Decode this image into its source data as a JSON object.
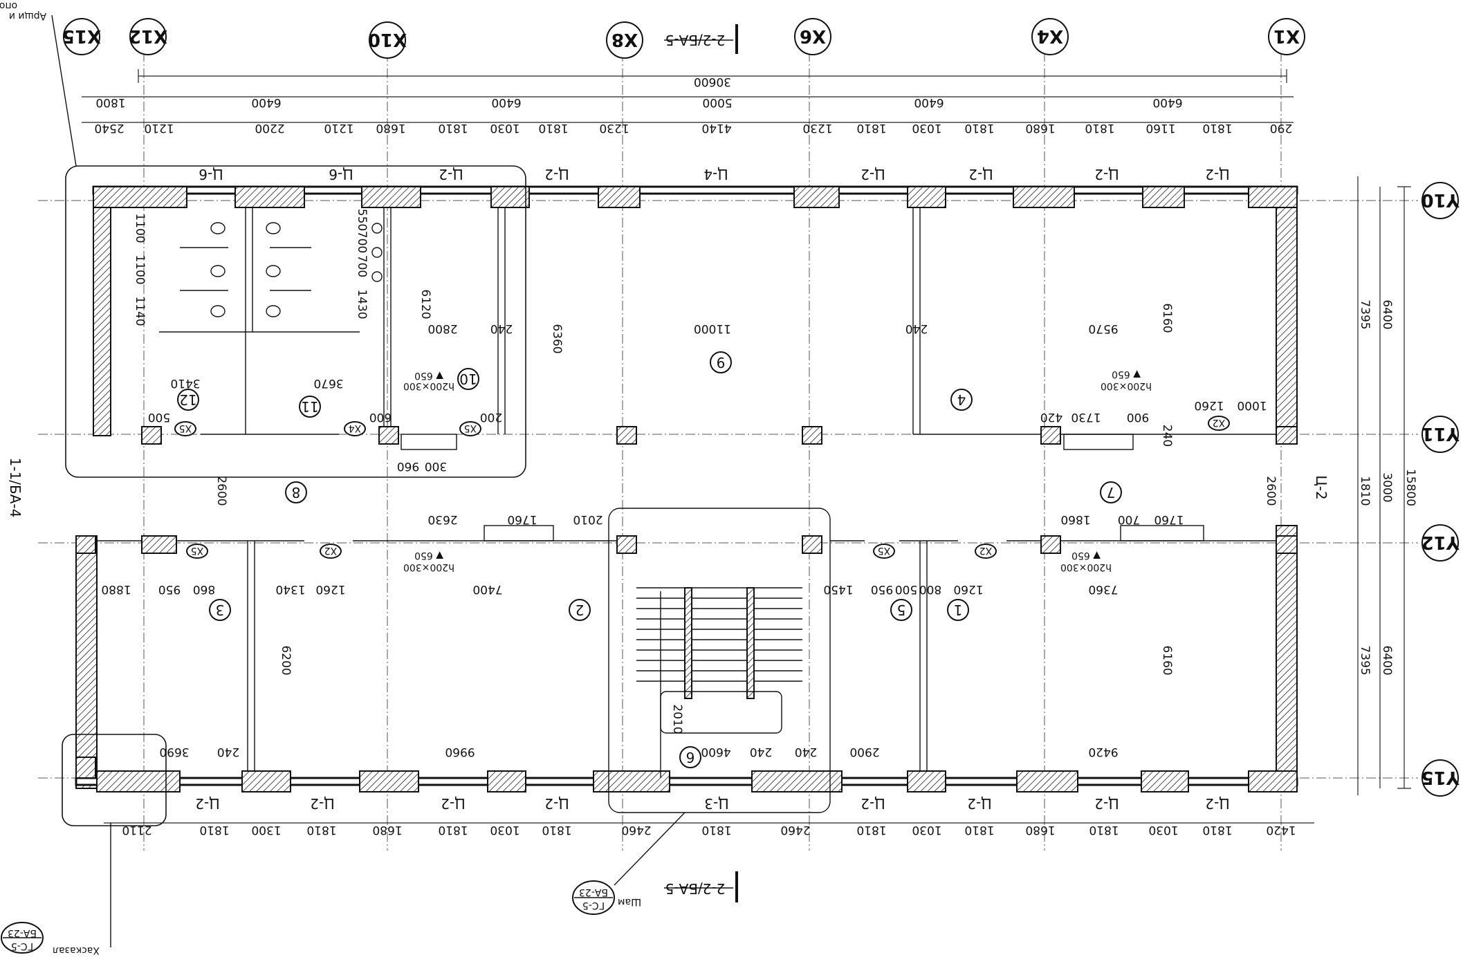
{
  "axes": {
    "columns": [
      {
        "id": "c15",
        "label": "Х15"
      },
      {
        "id": "c12",
        "label": "Х12"
      },
      {
        "id": "c10",
        "label": "Х10"
      },
      {
        "id": "c8",
        "label": "Х8"
      },
      {
        "id": "c6",
        "label": "Х6"
      },
      {
        "id": "c4",
        "label": "Х4"
      },
      {
        "id": "c1",
        "label": "Х1"
      }
    ],
    "rows": [
      {
        "id": "r10",
        "label": "Y10"
      },
      {
        "id": "r11",
        "label": "Y11"
      },
      {
        "id": "r12",
        "label": "Y12"
      },
      {
        "id": "r15",
        "label": "Y15"
      }
    ]
  },
  "dimensions": {
    "overall_width": "30600",
    "overall_height": "15800",
    "top_chain": [
      "1800",
      "6400",
      "6400",
      "5000",
      "6400",
      "6400"
    ],
    "top_detail_chain": [
      "2540",
      "1210",
      "2200",
      "1210",
      "1680",
      "1810",
      "1030",
      "1810",
      "1230",
      "4140",
      "1230",
      "1810",
      "1030",
      "1810",
      "1680",
      "1810",
      "1160",
      "1810",
      "290"
    ],
    "bottom_chain": [
      "2110",
      "1810",
      "1300",
      "1810",
      "1680",
      "1810",
      "1030",
      "1810",
      "2460",
      "1810",
      "2460",
      "1810",
      "1030",
      "1810",
      "1680",
      "1810",
      "1030",
      "1810",
      "1420"
    ],
    "right_outer": [
      "7395",
      "3000",
      "7395"
    ],
    "right_inner": [
      "6400",
      "1810",
      "6400"
    ],
    "interior": {
      "upper_rooms": [
        "3410",
        "3670",
        "2800",
        "240",
        "11000",
        "240",
        "9570"
      ],
      "lower_rooms": [
        "3690",
        "240",
        "9960",
        "240",
        "4600",
        "240",
        "2900",
        "9420"
      ],
      "corridor_top": [
        "1880",
        "950",
        "860",
        "1340",
        "1260",
        "7400",
        "1450",
        "950",
        "500",
        "800",
        "1260",
        "7360"
      ],
      "corridor_mid": [
        "2630",
        "1760",
        "2010",
        "1860",
        "700",
        "1760"
      ],
      "vertical": [
        "6120",
        "6360",
        "6160",
        "6200",
        "6160",
        "2600",
        "2600",
        "2010"
      ],
      "wc": [
        "1100",
        "1100",
        "1140",
        "550",
        "700",
        "700",
        "1430",
        "1260",
        "1000",
        "1730",
        "420",
        "900",
        "240",
        "500",
        "600",
        "200",
        "300",
        "960"
      ]
    }
  },
  "rooms": [
    "1",
    "2",
    "3",
    "4",
    "5",
    "6",
    "7",
    "8",
    "9",
    "10",
    "11",
    "12"
  ],
  "door_tags": [
    "Х5",
    "Х4",
    "Х5",
    "Х2",
    "Х5",
    "Х2",
    "Х5",
    "Х2"
  ],
  "panel_tags": {
    "top": [
      "Ц-6",
      "Ц-6",
      "Ц-2",
      "Ц-2",
      "Ц-4",
      "Ц-2",
      "Ц-2",
      "Ц-2",
      "Ц-2"
    ],
    "bottom": [
      "Ц-2",
      "Ц-2",
      "Ц-2",
      "Ц-2",
      "Ц-3",
      "Ц-2",
      "Ц-2",
      "Ц-2",
      "Ц-2"
    ],
    "right": "Ц-2"
  },
  "openings": [
    "h200×300",
    "h200×300",
    "h200×300",
    "h200×300"
  ],
  "opening_elev": [
    "▼ 650",
    "▼ 650",
    "▼ 650",
    "▼ 650"
  ],
  "sections": {
    "top": "2-2/БА-5",
    "bottom": "2-2/БА-5",
    "left": "1-1/БА-4"
  },
  "callouts": {
    "top_left": "Арщи и",
    "top_left_2": "опо",
    "bottom_left_prefix": "Хасказал",
    "bottom_left": "ГС-5",
    "bottom_left_sub": "БА-23",
    "bottom_mid_prefix": "Шам",
    "bottom_mid": "ГС-5",
    "bottom_mid_sub": "БА-23"
  }
}
